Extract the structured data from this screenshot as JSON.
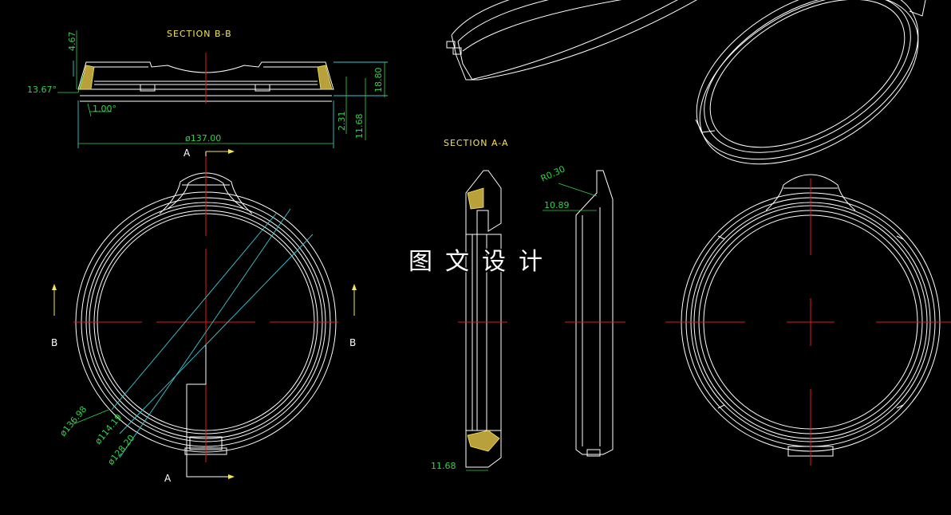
{
  "titles": {
    "section_bb": "SECTION B-B",
    "section_aa": "SECTION A-A"
  },
  "watermark": "图文设计",
  "section_markers": {
    "a_top": "A",
    "a_bottom": "A",
    "b_left": "B",
    "b_right": "B"
  },
  "dimensions": {
    "height_top": "4.67",
    "angle_side": "13.67°",
    "angle_bottom": "1.00°",
    "overall_diameter": "ø137.00",
    "height_total": "18.80",
    "height_small": "2.31",
    "height_mid": "11.68",
    "radius": "R0.30",
    "width_lip": "10.89",
    "width_bottom": "11.68",
    "dia_outer": "ø136.98",
    "dia_inner": "ø114.19",
    "dia_mid": "ø128.20"
  },
  "colors": {
    "background": "#000000",
    "outline": "#ffffff",
    "centerline": "#e01818",
    "dimension": "#31d24a",
    "extension": "#35c8d6",
    "label": "#f5e653"
  }
}
